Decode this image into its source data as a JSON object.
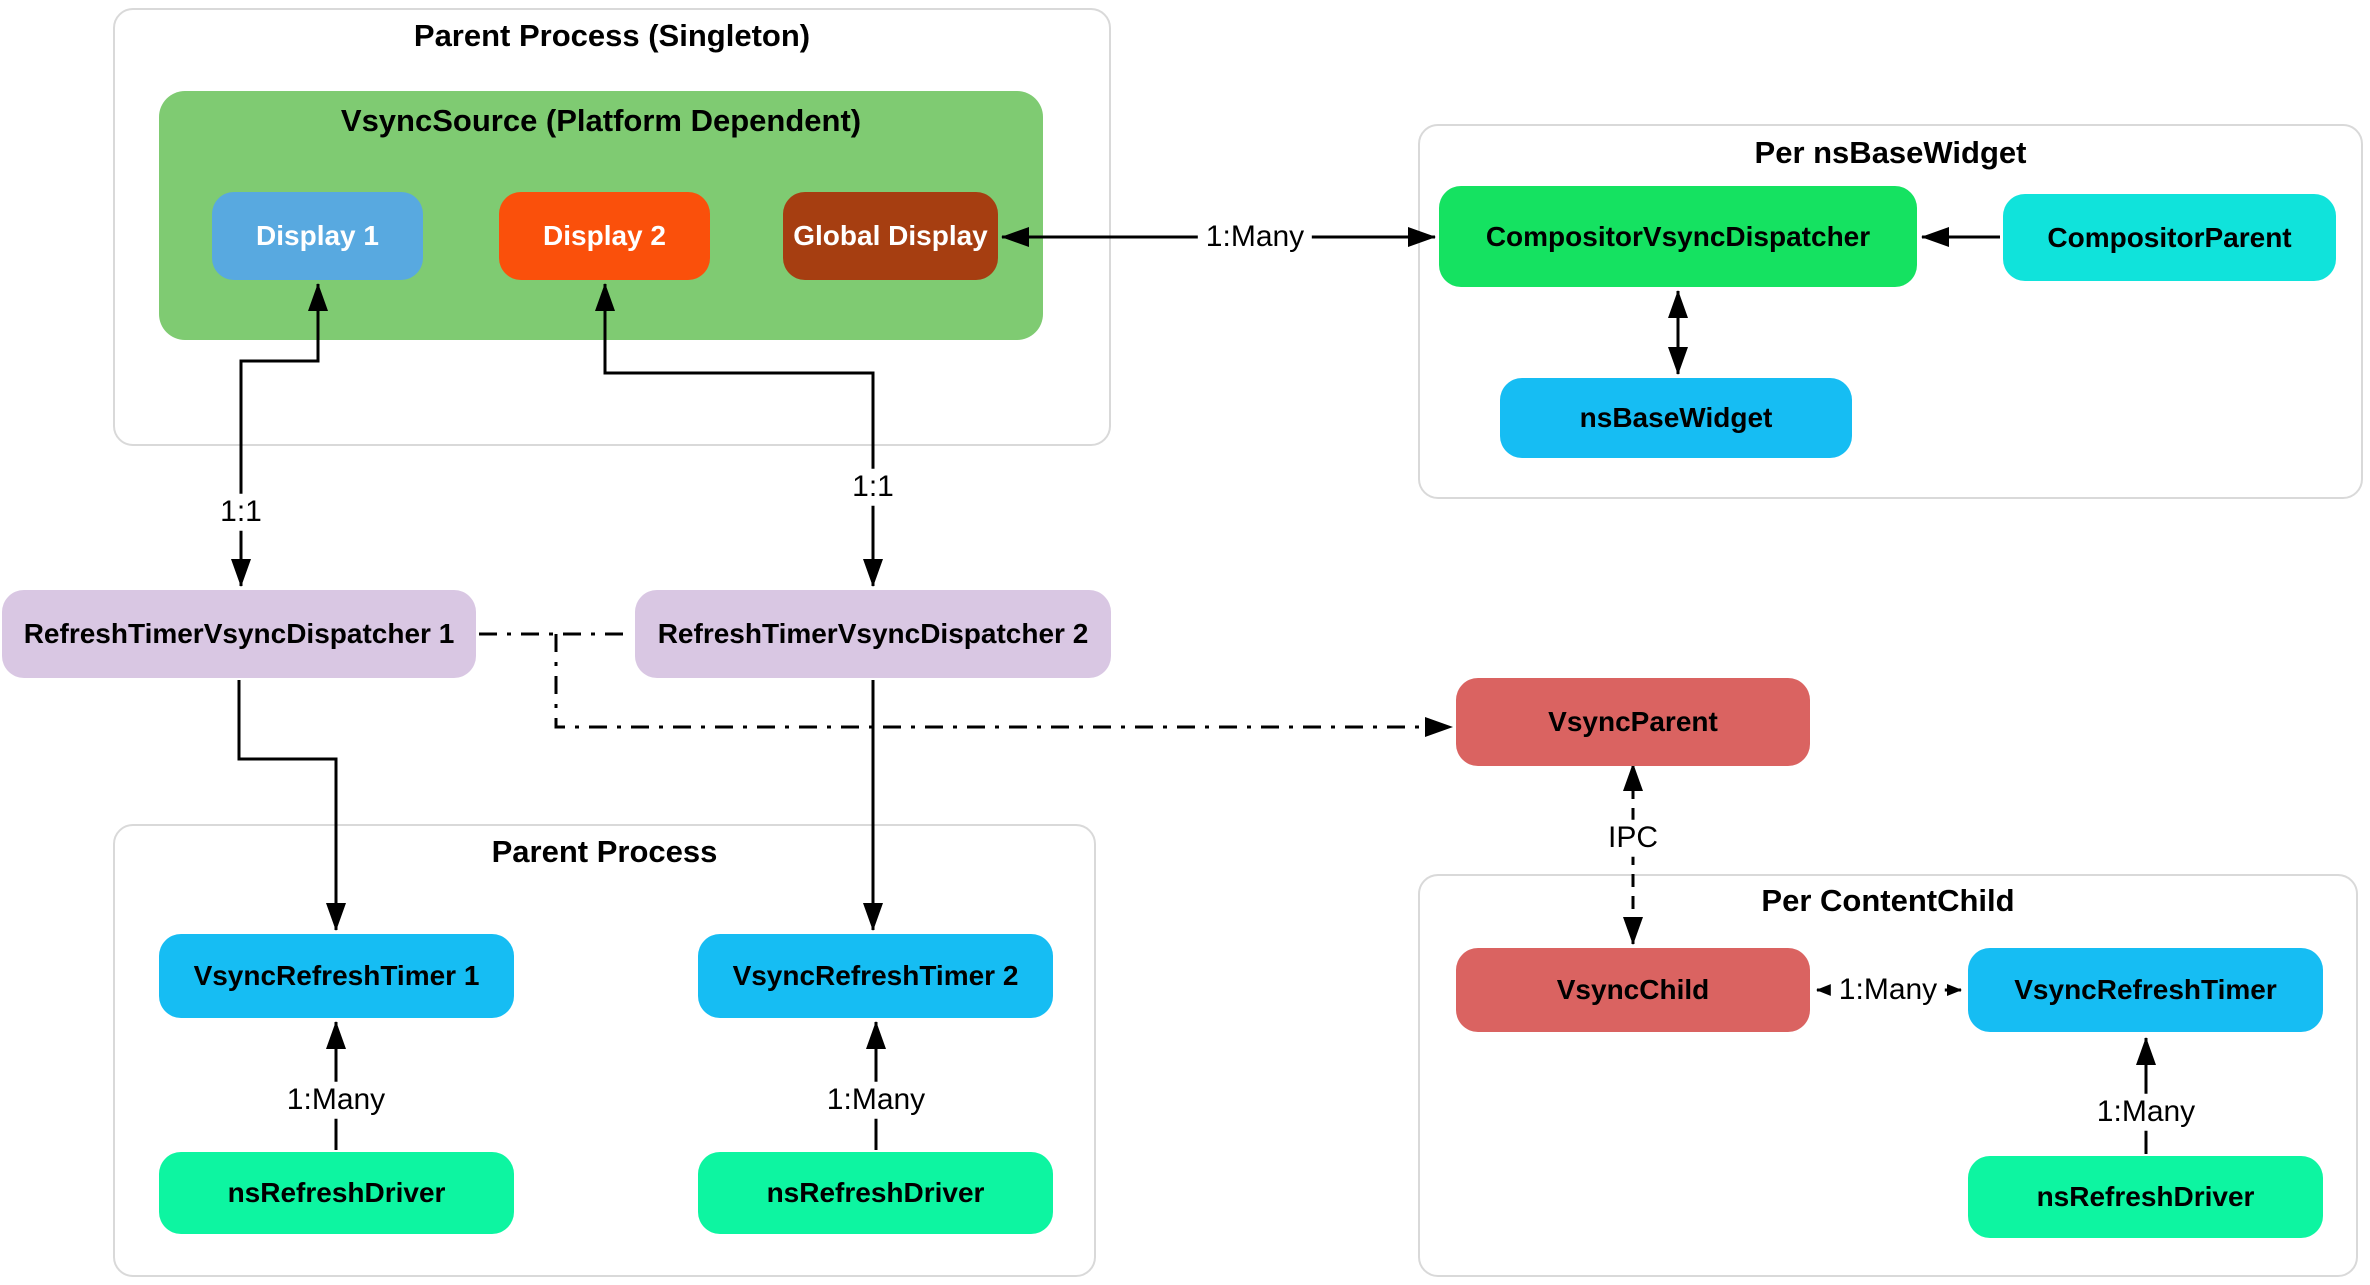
{
  "colors": {
    "background": "#FFFFFF",
    "container_border": "#D9D9D9",
    "line": "#000000",
    "vsync_source_bg": "#7FCB72",
    "display_blue": "#58A9E0",
    "display_orange": "#FA500B",
    "display_brown": "#A63E11",
    "dispatcher_green": "#15E261",
    "compositor_cyan": "#10E3DB",
    "widget_blue": "#16BDF3",
    "lavender": "#D9C7E3",
    "red": "#DA6361",
    "spring_green": "#0DF5A1",
    "text_dark": "#000000",
    "text_light": "#FFFFFF"
  },
  "containers": {
    "parent_singleton": {
      "title": "Parent Process (Singleton)"
    },
    "vsync_source": {
      "title": "VsyncSource (Platform Dependent)"
    },
    "per_nsbasewidget": {
      "title": "Per nsBaseWidget"
    },
    "parent_process": {
      "title": "Parent Process"
    },
    "per_contentchild": {
      "title": "Per ContentChild"
    }
  },
  "nodes": {
    "display1": {
      "label": "Display 1"
    },
    "display2": {
      "label": "Display 2"
    },
    "global_display": {
      "label": "Global Display"
    },
    "compositor_vsync_dispatcher": {
      "label": "CompositorVsyncDispatcher"
    },
    "compositor_parent": {
      "label": "CompositorParent"
    },
    "ns_base_widget": {
      "label": "nsBaseWidget"
    },
    "rtvd1": {
      "label": "RefreshTimerVsyncDispatcher 1"
    },
    "rtvd2": {
      "label": "RefreshTimerVsyncDispatcher 2"
    },
    "vsync_parent": {
      "label": "VsyncParent"
    },
    "vrt1": {
      "label": "VsyncRefreshTimer 1"
    },
    "vrt2": {
      "label": "VsyncRefreshTimer 2"
    },
    "nsrd1": {
      "label": "nsRefreshDriver"
    },
    "nsrd2": {
      "label": "nsRefreshDriver"
    },
    "vsync_child": {
      "label": "VsyncChild"
    },
    "vrt3": {
      "label": "VsyncRefreshTimer"
    },
    "nsrd3": {
      "label": "nsRefreshDriver"
    }
  },
  "edges": {
    "global_to_dispatcher": {
      "label": "1:Many"
    },
    "display1_to_rtvd1": {
      "label": "1:1"
    },
    "display2_to_rtvd2": {
      "label": "1:1"
    },
    "nsrd1_to_vrt1": {
      "label": "1:Many"
    },
    "nsrd2_to_vrt2": {
      "label": "1:Many"
    },
    "parent_child_ipc": {
      "label": "IPC"
    },
    "vsyncchild_to_vrt": {
      "label": "1:Many"
    },
    "nsrd3_to_vrt3": {
      "label": "1:Many"
    }
  }
}
